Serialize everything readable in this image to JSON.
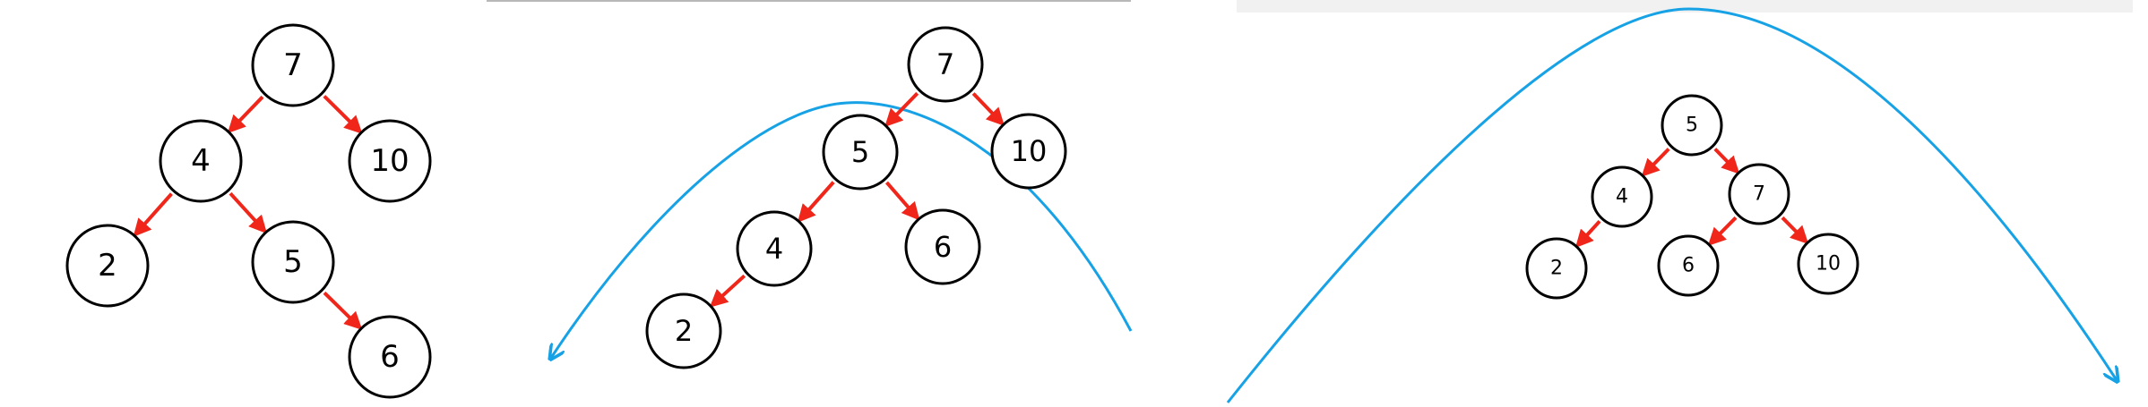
{
  "colors": {
    "edge": "#f0261a",
    "rotation_arrow": "#17a2e6",
    "node_stroke": "#000000",
    "node_fill": "#ffffff"
  },
  "panels": [
    {
      "id": "before-rotation",
      "nodes": [
        {
          "key": "n7",
          "label": "7"
        },
        {
          "key": "n4",
          "label": "4"
        },
        {
          "key": "n10",
          "label": "10"
        },
        {
          "key": "n2",
          "label": "2"
        },
        {
          "key": "n5",
          "label": "5"
        },
        {
          "key": "n6",
          "label": "6"
        }
      ],
      "edges": [
        [
          "n7",
          "n4"
        ],
        [
          "n7",
          "n10"
        ],
        [
          "n4",
          "n2"
        ],
        [
          "n4",
          "n5"
        ],
        [
          "n5",
          "n6"
        ]
      ]
    },
    {
      "id": "after-first-rotation",
      "nodes": [
        {
          "key": "n7",
          "label": "7"
        },
        {
          "key": "n5",
          "label": "5"
        },
        {
          "key": "n10",
          "label": "10"
        },
        {
          "key": "n4",
          "label": "4"
        },
        {
          "key": "n6",
          "label": "6"
        },
        {
          "key": "n2",
          "label": "2"
        }
      ],
      "edges": [
        [
          "n7",
          "n5"
        ],
        [
          "n7",
          "n10"
        ],
        [
          "n5",
          "n4"
        ],
        [
          "n5",
          "n6"
        ],
        [
          "n4",
          "n2"
        ]
      ]
    },
    {
      "id": "after-second-rotation",
      "nodes": [
        {
          "key": "n5",
          "label": "5"
        },
        {
          "key": "n4",
          "label": "4"
        },
        {
          "key": "n7",
          "label": "7"
        },
        {
          "key": "n2",
          "label": "2"
        },
        {
          "key": "n6",
          "label": "6"
        },
        {
          "key": "n10",
          "label": "10"
        }
      ],
      "edges": [
        [
          "n5",
          "n4"
        ],
        [
          "n5",
          "n7"
        ],
        [
          "n4",
          "n2"
        ],
        [
          "n7",
          "n6"
        ],
        [
          "n7",
          "n10"
        ]
      ]
    }
  ]
}
